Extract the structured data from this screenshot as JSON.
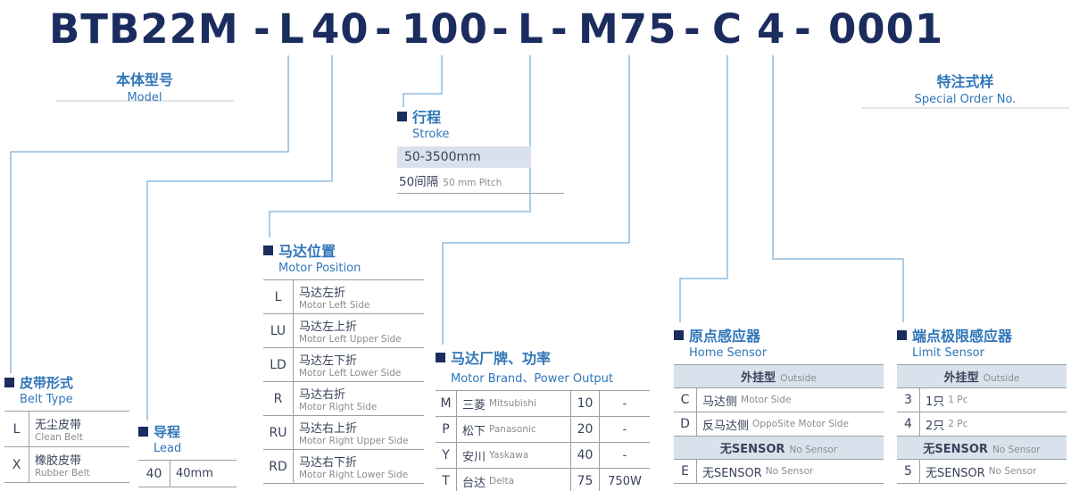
{
  "colors": {
    "title_navy": "#1b2c5e",
    "heading_blue": "#3076b8",
    "connector_blue": "#90bcdd",
    "row_shade": "#d9e2ec"
  },
  "model_code": {
    "model": "BTB22M",
    "separator": "-",
    "belt": "L",
    "lead": "40",
    "stroke": "100",
    "motor_position": "L",
    "brand_power": "M75",
    "home_sensor": "C",
    "limit_sensor": "4",
    "special": "0001"
  },
  "model_label": {
    "zh": "本体型号",
    "en": "Model"
  },
  "special_label": {
    "zh": "特注式样",
    "en": "Special Order No."
  },
  "stroke": {
    "zh": "行程",
    "en": "Stroke",
    "range": "50-3500mm",
    "pitch_zh": "50间隔",
    "pitch_en": "50 mm Pitch"
  },
  "belt_type": {
    "zh": "皮带形式",
    "en": "Belt Type",
    "rows": [
      {
        "code": "L",
        "zh": "无尘皮带",
        "en": "Clean Belt"
      },
      {
        "code": "X",
        "zh": "橡胶皮带",
        "en": "Rubber Belt"
      }
    ]
  },
  "lead": {
    "zh": "导程",
    "en": "Lead",
    "rows": [
      {
        "code": "40",
        "value": "40mm"
      }
    ]
  },
  "motor_position": {
    "zh": "马达位置",
    "en": "Motor Position",
    "rows": [
      {
        "code": "L",
        "zh": "马达左折",
        "en": "Motor Left Side"
      },
      {
        "code": "LU",
        "zh": "马达左上折",
        "en": "Motor Left Upper Side"
      },
      {
        "code": "LD",
        "zh": "马达左下折",
        "en": "Motor Left Lower Side"
      },
      {
        "code": "R",
        "zh": "马达右折",
        "en": "Motor Right Side"
      },
      {
        "code": "RU",
        "zh": "马达右上折",
        "en": "Motor Right Upper Side"
      },
      {
        "code": "RD",
        "zh": "马达右下折",
        "en": "Motor Right Lower Side"
      }
    ]
  },
  "motor_brand": {
    "zh": "马达厂牌、功率",
    "en": "Motor Brand、Power Output",
    "rows": [
      {
        "code": "M",
        "brand_zh": "三菱",
        "brand_en": "Mitsubishi",
        "power_code": "10",
        "power": "-"
      },
      {
        "code": "P",
        "brand_zh": "松下",
        "brand_en": "Panasonic",
        "power_code": "20",
        "power": "-"
      },
      {
        "code": "Y",
        "brand_zh": "安川",
        "brand_en": "Yaskawa",
        "power_code": "40",
        "power": "-"
      },
      {
        "code": "T",
        "brand_zh": "台达",
        "brand_en": "Delta",
        "power_code": "75",
        "power": "750W"
      }
    ]
  },
  "home_sensor": {
    "zh": "原点感应器",
    "en": "Home Sensor",
    "header_zh": "外挂型",
    "header_en": "Outside",
    "rows": [
      {
        "code": "C",
        "zh": "马达侧",
        "en": "Motor Side"
      },
      {
        "code": "D",
        "zh": "反马达侧",
        "en": "OppoSite Motor Side"
      }
    ],
    "nosensor_zh": "无SENSOR",
    "nosensor_en": "No Sensor",
    "row_e": {
      "code": "E",
      "zh": "无SENSOR",
      "en": "No Sensor"
    }
  },
  "limit_sensor": {
    "zh": "端点极限感应器",
    "en": "Limit Sensor",
    "header_zh": "外挂型",
    "header_en": "Outside",
    "rows": [
      {
        "code": "3",
        "zh": "1只",
        "en": "1 Pc"
      },
      {
        "code": "4",
        "zh": "2只",
        "en": "2 Pc"
      }
    ],
    "nosensor_zh": "无SENSOR",
    "nosensor_en": "No Sensor",
    "row_5": {
      "code": "5",
      "zh": "无SENSOR",
      "en": "No Sensor"
    }
  }
}
